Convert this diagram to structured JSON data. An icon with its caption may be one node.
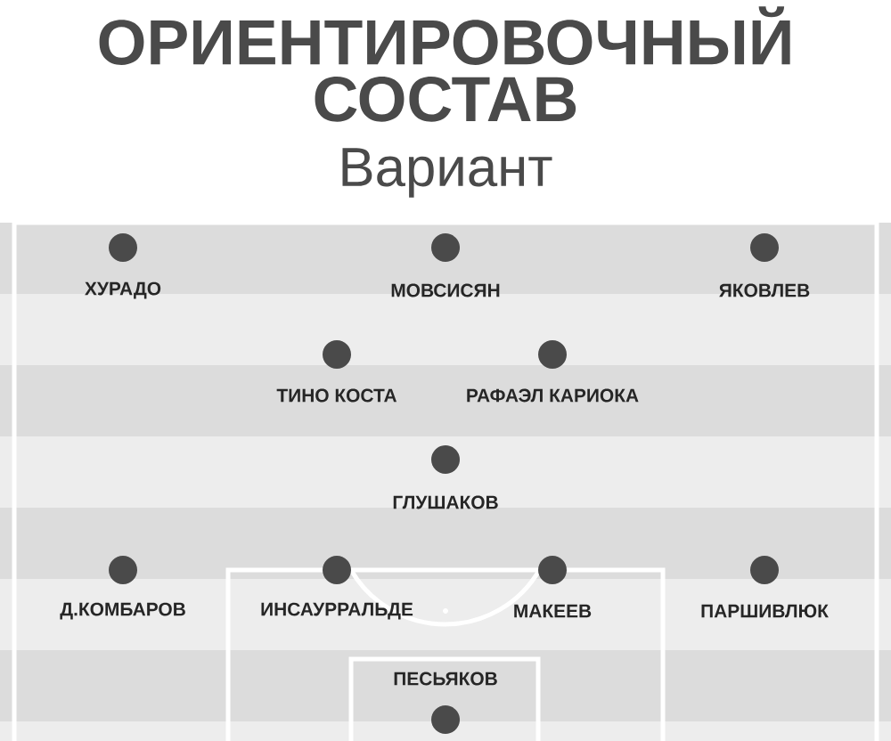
{
  "diagram": {
    "title": "ОРИЕНТИРОВОЧНЫЙ СОСТАВ",
    "nodes": [
      {
        "text": [
          "ХУРАДО"
        ]
      },
      {
        "text": [
          "МОВСИСЯН"
        ]
      },
      {
        "text": [
          "ЯКОВЛЕВ"
        ]
      },
      {
        "text": [
          "ТИНО КОСТА"
        ]
      },
      {
        "text": [
          "РАФАЭЛ КАРИОКА"
        ]
      },
      {
        "text": [
          "ГЛУШАКОВ"
        ]
      },
      {
        "text": [
          "Д.КОМБАРОВ"
        ]
      },
      {
        "text": [
          "ИНСАУРРАЛЬДЕ"
        ]
      },
      {
        "text": [
          "МАКЕЕВ"
        ]
      },
      {
        "text": [
          "ПАРШИВЛЮК"
        ]
      },
      {
        "text": [
          "ПЕСЬЯКОВ"
        ]
      }
    ],
    "labels": [
      "Вариант"
    ]
  }
}
